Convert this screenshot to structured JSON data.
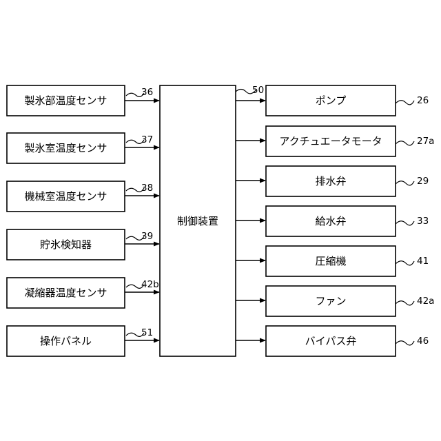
{
  "inputs": [
    {
      "label": "製氷部温度センサ",
      "ref": "36"
    },
    {
      "label": "製氷室温度センサ",
      "ref": "37"
    },
    {
      "label": "機械室温度センサ",
      "ref": "38"
    },
    {
      "label": "貯氷検知器",
      "ref": "39"
    },
    {
      "label": "凝縮器温度センサ",
      "ref": "42b"
    },
    {
      "label": "操作パネル",
      "ref": "51"
    }
  ],
  "controller": {
    "label": "制御装置",
    "ref": "50"
  },
  "outputs": [
    {
      "label": "ポンプ",
      "ref": "26"
    },
    {
      "label": "アクチュエータモータ",
      "ref": "27a"
    },
    {
      "label": "排水弁",
      "ref": "29"
    },
    {
      "label": "給水弁",
      "ref": "33"
    },
    {
      "label": "圧縮機",
      "ref": "41"
    },
    {
      "label": "ファン",
      "ref": "42a"
    },
    {
      "label": "バイパス弁",
      "ref": "46"
    }
  ],
  "colors": {
    "line": "#000000",
    "background": "#ffffff"
  }
}
